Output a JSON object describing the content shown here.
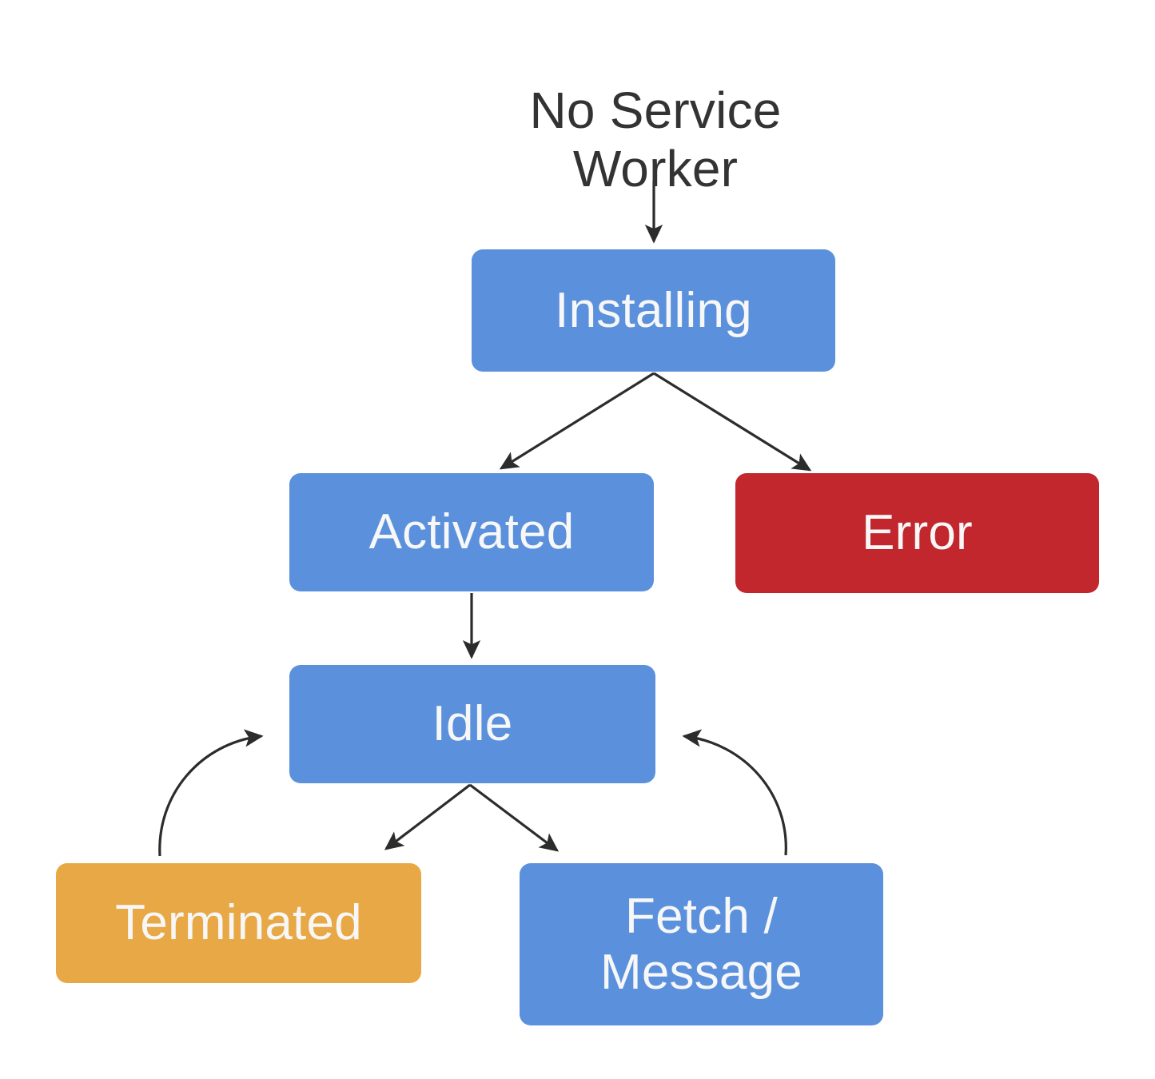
{
  "diagram": {
    "title": "No Service Worker",
    "title_lines": "No Service\nWorker",
    "colors": {
      "blue": "#5b91dc",
      "red": "#c1272d",
      "orange": "#e8a845",
      "node_text": "#f7f7f7",
      "title_text": "#333333",
      "edge": "#3b3b3b",
      "background": "#ffffff"
    },
    "nodes": [
      {
        "id": "no-service-worker",
        "label": "No Service Worker",
        "label_lines": "No Service\nWorker",
        "type": "text",
        "color": "#333333"
      },
      {
        "id": "installing",
        "label": "Installing",
        "label_lines": "Installing",
        "type": "box",
        "color": "#5b91dc"
      },
      {
        "id": "activated",
        "label": "Activated",
        "label_lines": "Activated",
        "type": "box",
        "color": "#5b91dc"
      },
      {
        "id": "error",
        "label": "Error",
        "label_lines": "Error",
        "type": "box",
        "color": "#c1272d"
      },
      {
        "id": "idle",
        "label": "Idle",
        "label_lines": "Idle",
        "type": "box",
        "color": "#5b91dc"
      },
      {
        "id": "terminated",
        "label": "Terminated",
        "label_lines": "Terminated",
        "type": "box",
        "color": "#e8a845"
      },
      {
        "id": "fetch-message",
        "label": "Fetch / Message",
        "label_lines": "Fetch /\nMessage",
        "type": "box",
        "color": "#5b91dc"
      }
    ],
    "edges": [
      {
        "from": "no-service-worker",
        "to": "installing",
        "style": "straight"
      },
      {
        "from": "installing",
        "to": "activated",
        "style": "straight"
      },
      {
        "from": "installing",
        "to": "error",
        "style": "straight"
      },
      {
        "from": "activated",
        "to": "idle",
        "style": "straight"
      },
      {
        "from": "idle",
        "to": "terminated",
        "style": "straight"
      },
      {
        "from": "idle",
        "to": "fetch-message",
        "style": "straight"
      },
      {
        "from": "terminated",
        "to": "idle",
        "style": "curved"
      },
      {
        "from": "fetch-message",
        "to": "idle",
        "style": "curved"
      }
    ]
  }
}
